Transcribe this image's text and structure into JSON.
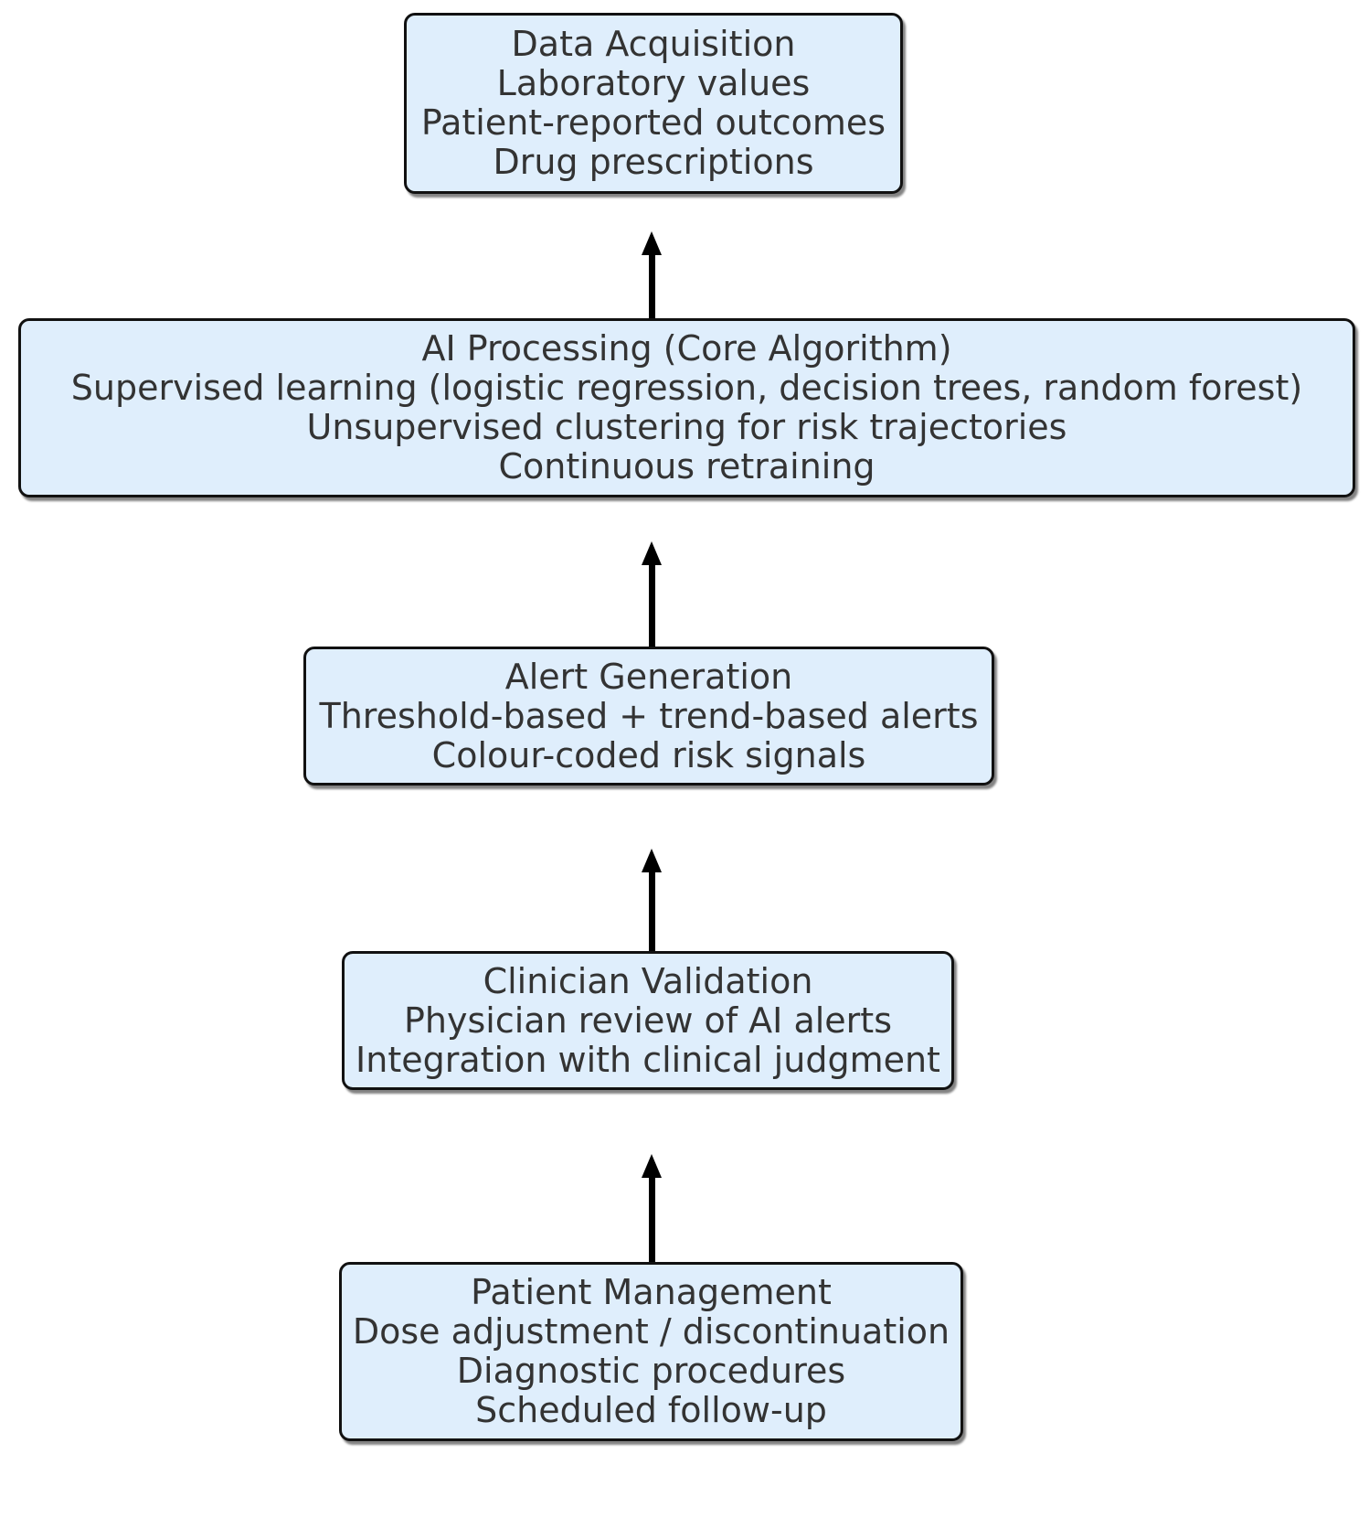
{
  "diagram": {
    "type": "flowchart",
    "orientation": "bottom-to-top",
    "background_color": "#ffffff",
    "node_fill_color": "#dfeefc",
    "node_border_color": "#111111",
    "text_color": "#333333",
    "arrow_color": "#000000",
    "nodes": [
      {
        "id": "data-acquisition",
        "title": "Data Acquisition",
        "lines": [
          "Data Acquisition",
          "Laboratory values",
          "Patient-reported outcomes",
          "Drug prescriptions"
        ]
      },
      {
        "id": "ai-processing",
        "title": "AI Processing (Core Algorithm)",
        "lines": [
          "AI Processing (Core Algorithm)",
          "Supervised learning (logistic regression, decision trees, random forest)",
          "Unsupervised clustering for risk trajectories",
          "Continuous retraining"
        ]
      },
      {
        "id": "alert-generation",
        "title": "Alert Generation",
        "lines": [
          "Alert Generation",
          "Threshold-based + trend-based alerts",
          "Colour-coded risk signals"
        ]
      },
      {
        "id": "clinician-validation",
        "title": "Clinician Validation",
        "lines": [
          "Clinician Validation",
          "Physician review of AI alerts",
          "Integration with clinical judgment"
        ]
      },
      {
        "id": "patient-management",
        "title": "Patient Management",
        "lines": [
          "Patient Management",
          "Dose adjustment / discontinuation",
          "Diagnostic procedures",
          "Scheduled follow-up"
        ]
      }
    ],
    "edges": [
      {
        "id": "ai-to-data",
        "from": "ai-processing",
        "to": "data-acquisition",
        "label": ""
      },
      {
        "id": "alert-to-ai",
        "from": "alert-generation",
        "to": "ai-processing",
        "label": ""
      },
      {
        "id": "clinician-to-alert",
        "from": "clinician-validation",
        "to": "alert-generation",
        "label": ""
      },
      {
        "id": "patient-to-clinician",
        "from": "patient-management",
        "to": "clinician-validation",
        "label": ""
      }
    ]
  }
}
